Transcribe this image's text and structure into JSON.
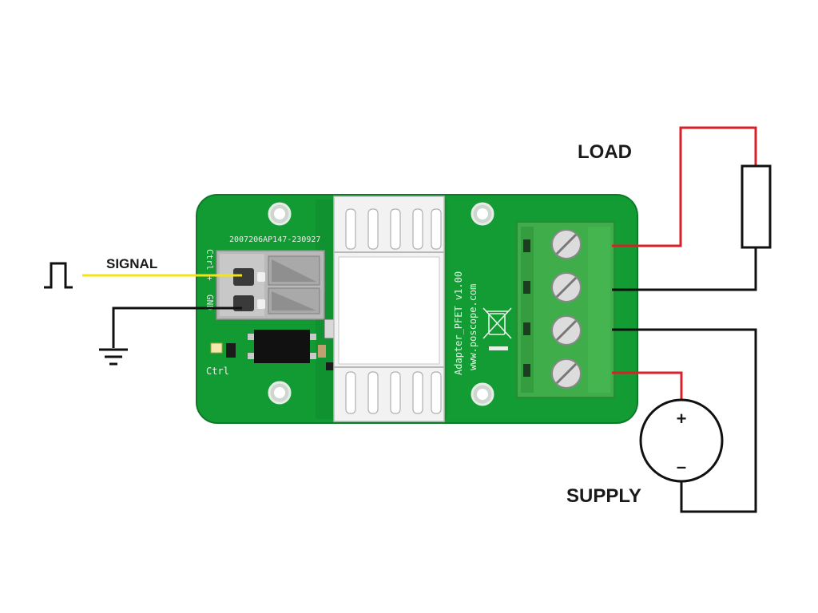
{
  "diagram": {
    "labels": {
      "load": "LOAD",
      "signal": "SIGNAL",
      "supply": "SUPPLY",
      "plus": "+",
      "minus": "–"
    },
    "board": {
      "serial": "2007206AP147-230927",
      "pin_ctrl_plus": "Ctrl +",
      "pin_gnd": "GND",
      "led_label": "Ctrl",
      "product_name": "Adapter_PFET v1.00",
      "website": "www.poscope.com"
    },
    "colors": {
      "pcb": "#129a33",
      "pcb_dark": "#0e7f2a",
      "terminal_green": "#3fae4a",
      "connector_gray": "#b9b9b9",
      "heatsink": "#ececec",
      "signal_wire": "#f2e415",
      "positive_wire": "#d9202a",
      "ground_wire": "#111111"
    },
    "icons": [
      "square-pulse-icon",
      "ground-symbol-icon",
      "resistor-icon",
      "voltage-source-icon",
      "weee-bin-icon"
    ]
  }
}
